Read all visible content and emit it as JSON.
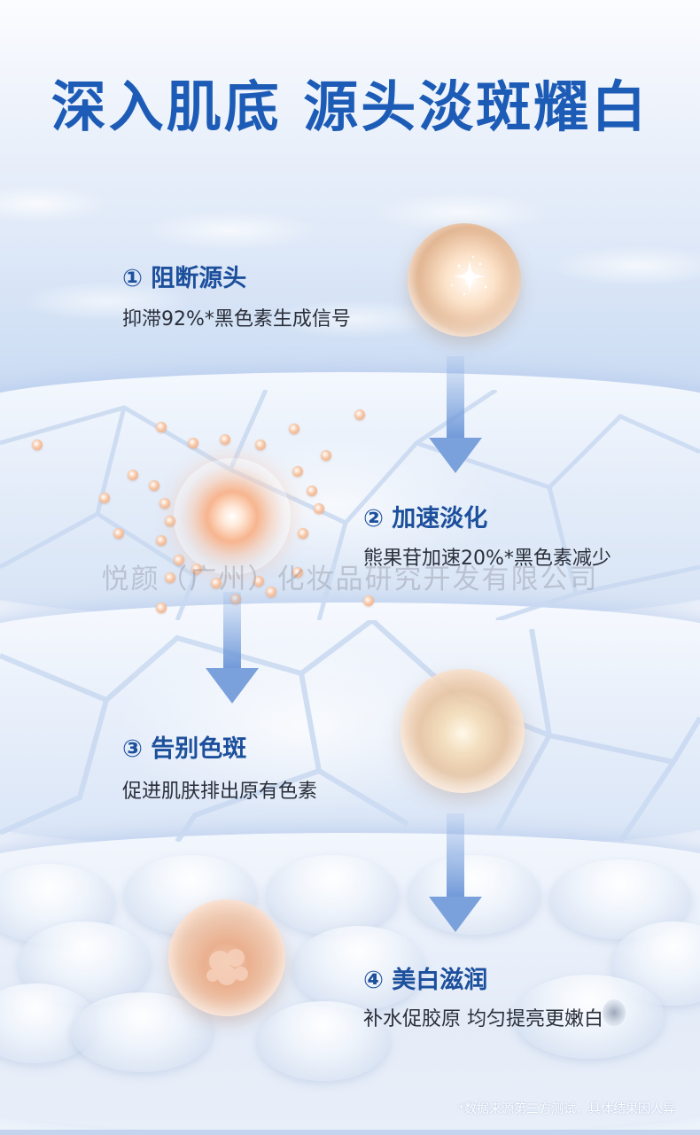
{
  "heading": "深入肌底 源头淡斑耀白",
  "steps": [
    {
      "title": "① 阻断源头",
      "desc": "抑滞92%*黑色素生成信号"
    },
    {
      "title": "② 加速淡化",
      "desc": "熊果苷加速20%*黑色素减少"
    },
    {
      "title": "③ 告别色斑",
      "desc": "促进肌肤排出原有色素"
    },
    {
      "title": "④ 美白滋润",
      "desc": "补水促胶原 均匀提亮更嫩白"
    }
  ],
  "watermark": "悦颜（广州）化妆品研究开发有限公司",
  "footnote": "*数据来源第三方测试，具体结果因人异",
  "colors": {
    "heading": "#1d5cb6",
    "step_title": "#1c4f9c",
    "arrow": "#7fa6e0",
    "background": "#e3ecf9"
  },
  "icons": {
    "step1": "melanin-source-sphere-icon",
    "step2": "fading-particle-sphere-icon",
    "step3": "spot-sphere-icon",
    "step4": "moisture-collagen-sphere-icon",
    "arrows": "down-arrow-icon"
  }
}
